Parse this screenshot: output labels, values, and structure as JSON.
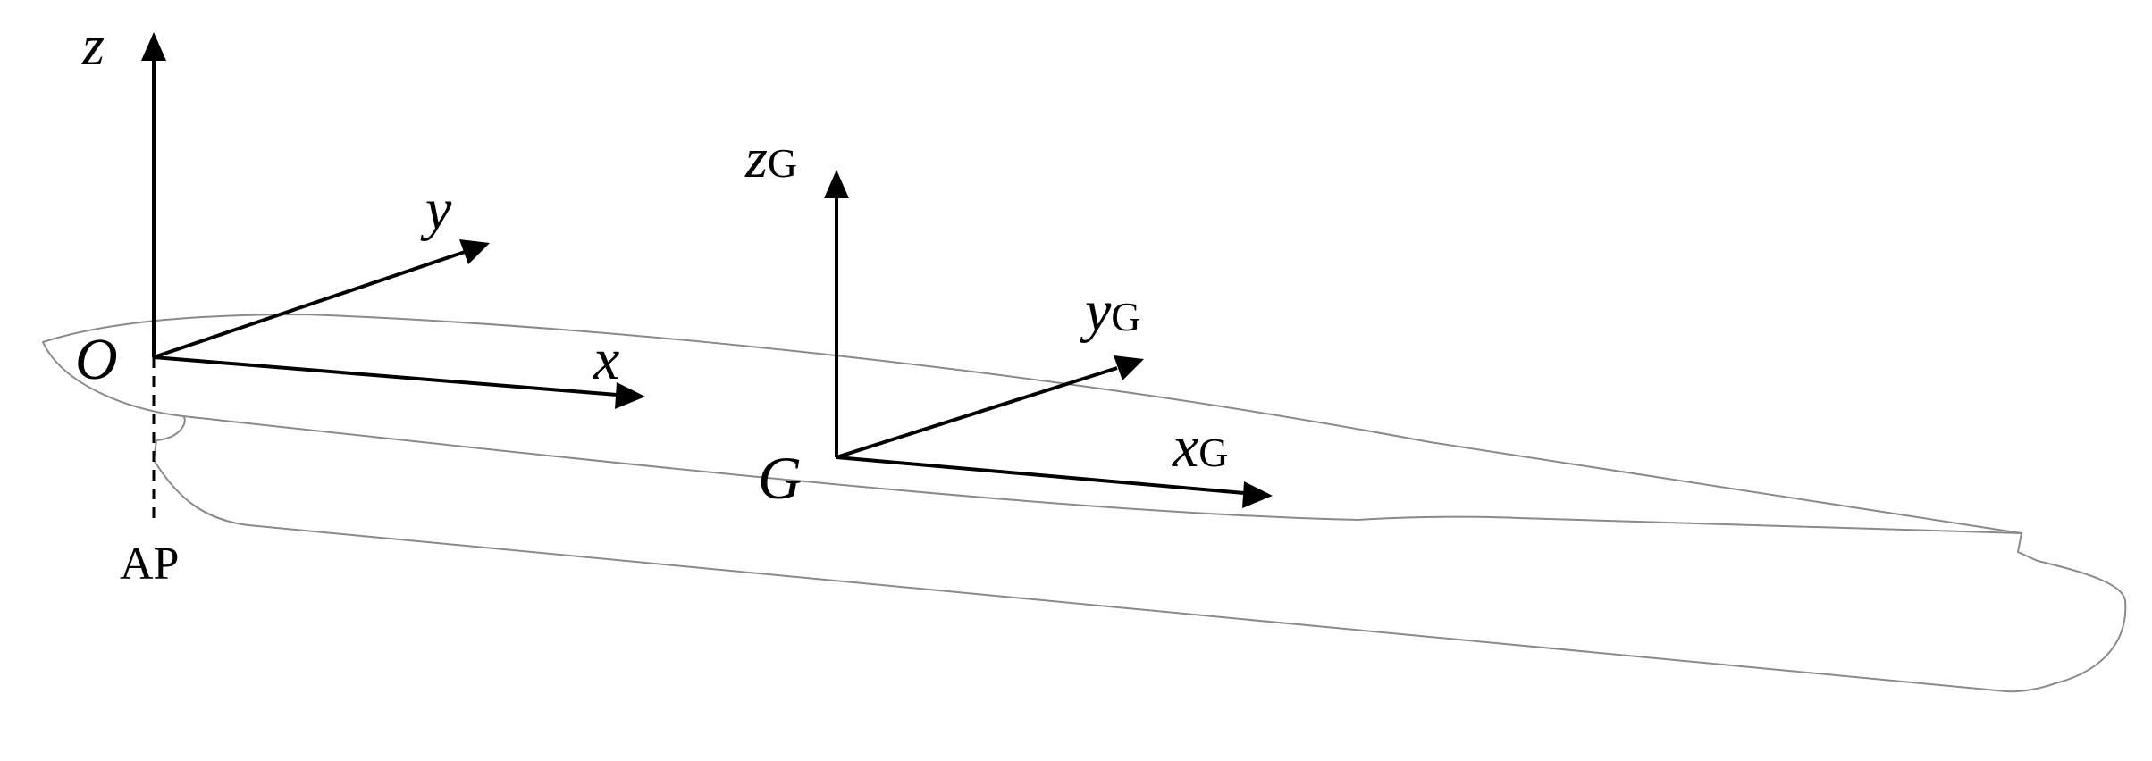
{
  "labels": {
    "origin": "O",
    "x_axis": "x",
    "y_axis": "y",
    "z_axis": "z",
    "cog": "G",
    "x_g_base": "x",
    "y_g_base": "y",
    "z_g_base": "z",
    "subscript_g": "G",
    "aft_perpendicular": "AP"
  },
  "colors": {
    "axis": "#000000",
    "hull_outline": "#8a8a8a"
  }
}
